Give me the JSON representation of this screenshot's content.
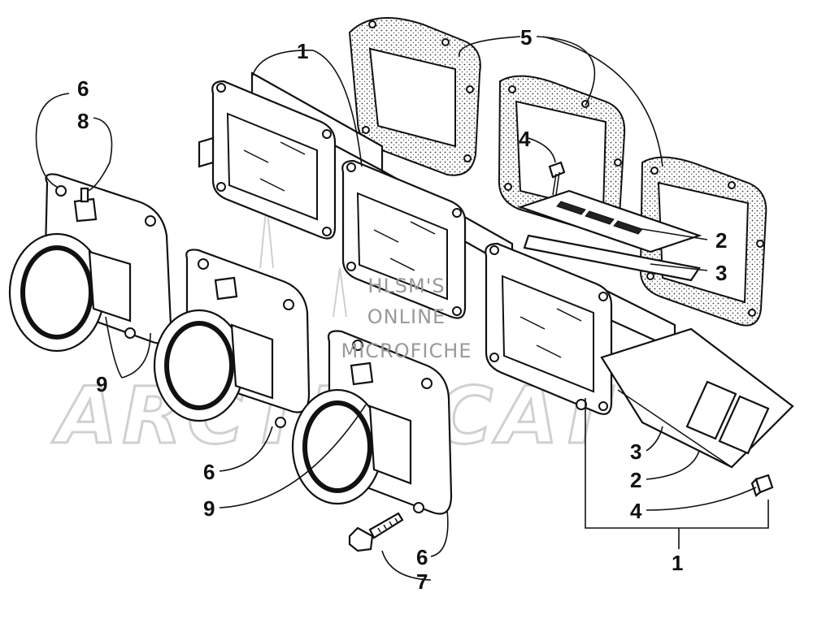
{
  "watermark": {
    "line1": "HLSM'S",
    "line2": "ONLINE",
    "line3": "MICROFICHE",
    "brand": "ARCTIC CAT"
  },
  "callouts": {
    "c1_top": "1",
    "c5": "5",
    "c4_top": "4",
    "c2_top": "2",
    "c3_top": "3",
    "c6_top": "6",
    "c8": "8",
    "c9_left": "9",
    "c6_mid": "6",
    "c9_mid": "9",
    "c6_bottom": "6",
    "c7": "7",
    "c3_bottom": "3",
    "c2_bottom": "2",
    "c4_bottom": "4",
    "c1_bottom": "1"
  }
}
